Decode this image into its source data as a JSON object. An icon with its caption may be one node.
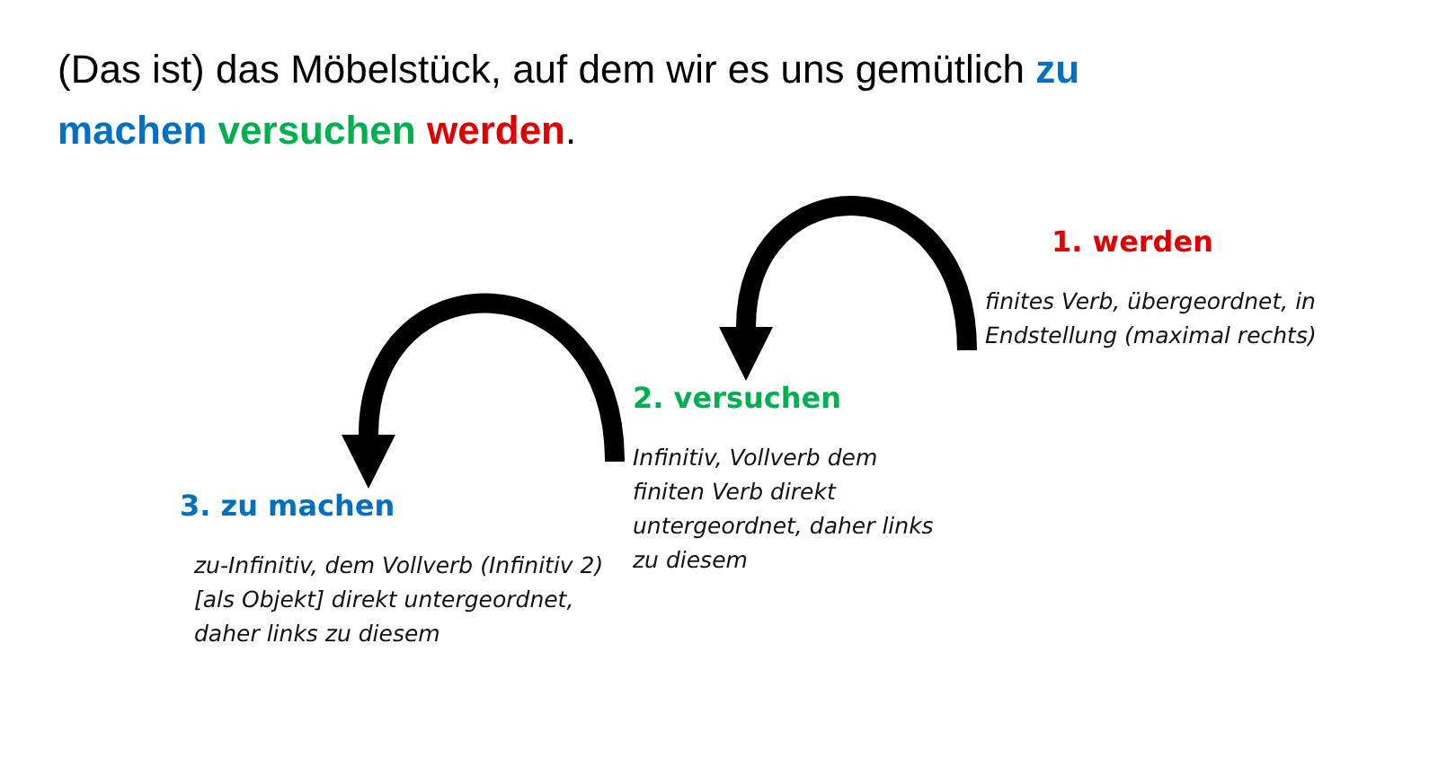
{
  "diagram": {
    "title": "(Das ist) das Möbelstück, auf dem wir es uns gemütlich **zu machen** **versuchen** **werden**.",
    "nodes": [
      {
        "text": [
          "1. werden",
          "finites Verb, übergeordnet, in Endstellung (maximal rechts)"
        ]
      },
      {
        "text": [
          "2. versuchen",
          "Infinitiv, Vollverb dem finiten Verb direkt untergeordnet, daher links zu diesem"
        ]
      },
      {
        "text": [
          "3. zu machen",
          "zu-Infinitiv, dem Vollverb (Infinitiv 2) [als Objekt] direkt untergeordnet, daher links zu diesem"
        ]
      }
    ],
    "edges": [
      {
        "from": 0,
        "to": 1,
        "arrow": "to"
      },
      {
        "from": 1,
        "to": 2,
        "arrow": "to"
      }
    ]
  }
}
